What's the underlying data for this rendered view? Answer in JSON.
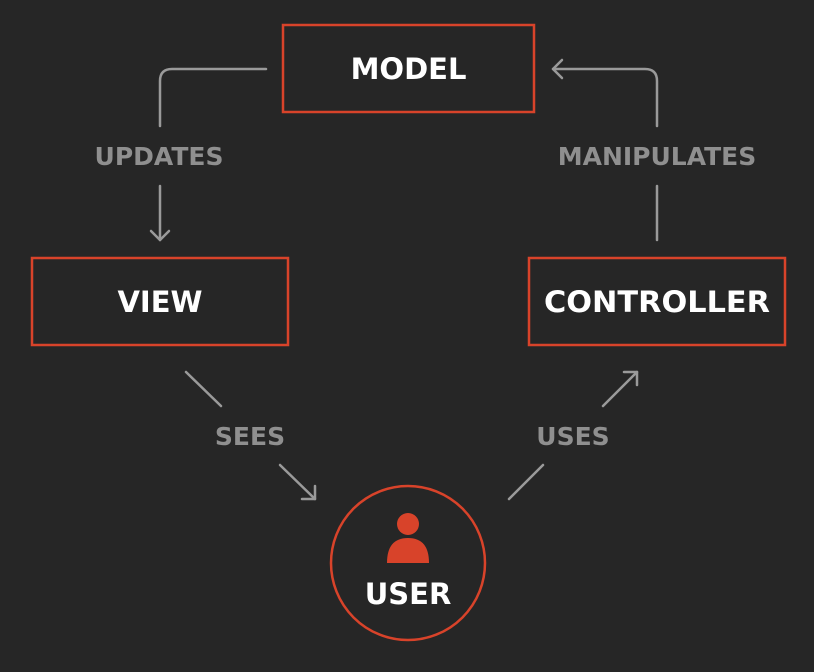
{
  "colors": {
    "background": "#262626",
    "accent": "#d8432a",
    "connector": "#9a9a9a",
    "connector_label": "#8f8f8f",
    "node_text": "#ffffff"
  },
  "nodes": {
    "model": {
      "label": "MODEL"
    },
    "view": {
      "label": "VIEW"
    },
    "controller": {
      "label": "CONTROLLER"
    },
    "user": {
      "label": "USER",
      "icon": "person-icon"
    }
  },
  "edges": {
    "updates": {
      "label": "UPDATES",
      "from": "MODEL",
      "to": "VIEW"
    },
    "manipulates": {
      "label": "MANIPULATES",
      "from": "CONTROLLER",
      "to": "MODEL"
    },
    "sees": {
      "label": "SEES",
      "from": "VIEW",
      "to": "USER"
    },
    "uses": {
      "label": "USES",
      "from": "USER",
      "to": "CONTROLLER"
    }
  }
}
